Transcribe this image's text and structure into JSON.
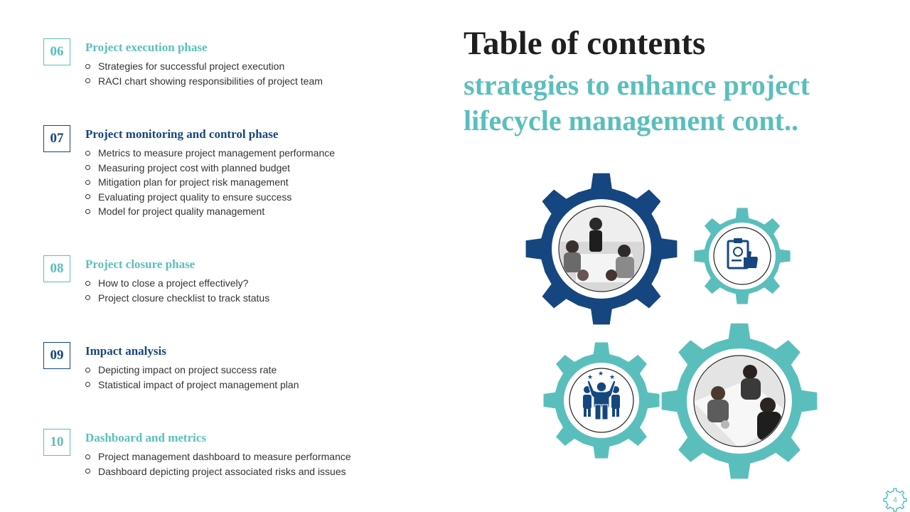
{
  "title": "Table of contents",
  "subtitle": "strategies to enhance project lifecycle management cont..",
  "page_number": "4",
  "colors": {
    "teal": "#5ABFBC",
    "navy": "#16467F"
  },
  "sections": [
    {
      "number": "06",
      "title": "Project execution phase",
      "color": "teal",
      "items": [
        "Strategies for successful project execution",
        "RACI chart showing responsibilities of project team"
      ]
    },
    {
      "number": "07",
      "title": "Project monitoring and control phase",
      "color": "navy",
      "items": [
        "Metrics to measure project management performance",
        "Measuring project cost with planned  budget",
        "Mitigation  plan for project risk management",
        "Evaluating  project quality to ensure success",
        "Model  for project quality management"
      ]
    },
    {
      "number": "08",
      "title": "Project closure phase",
      "color": "teal",
      "items": [
        "How to close a project effectively?",
        "Project closure checklist to track status"
      ]
    },
    {
      "number": "09",
      "title": "Impact analysis",
      "color": "navy",
      "items": [
        "Depicting impact on project success rate",
        "Statistical impact of project management plan"
      ]
    },
    {
      "number": "10",
      "title": "Dashboard and metrics",
      "color": "teal",
      "items": [
        "Project management dashboard to measure performance",
        "Dashboard depicting project associated risks and issues"
      ]
    }
  ],
  "gears": [
    {
      "icon": "meeting-photo-icon",
      "color": "navy"
    },
    {
      "icon": "clipboard-thumbs-up-icon",
      "color": "teal"
    },
    {
      "icon": "team-success-icon",
      "color": "teal"
    },
    {
      "icon": "team-collaboration-photo-icon",
      "color": "teal"
    }
  ]
}
